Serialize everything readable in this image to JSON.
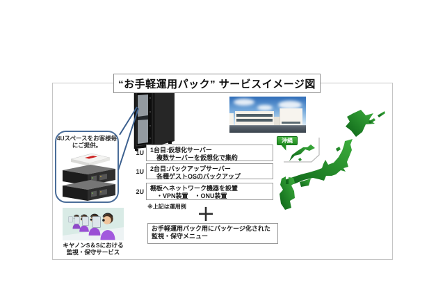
{
  "title": "“お手軽運用パック” サービスイメージ図",
  "callout": {
    "line1": "4Uスペースをお客様毎",
    "line2": "にご提供。"
  },
  "rack_slots": [
    {
      "size_label": "1U",
      "title": "1台目:仮想化サーバー",
      "desc": "複数サーバーを仮想化で集約"
    },
    {
      "size_label": "1U",
      "title": "2台目:バックアップサーバー",
      "desc": "各種ゲストOSのバックアップ"
    },
    {
      "size_label": "2U",
      "title": "棚板へネットワーク機器を設置",
      "desc": "・VPN装置　・ONU装置"
    }
  ],
  "note": "※上記は運用例",
  "plus_sign": "+",
  "package": {
    "line1": "お手軽運用パック用にパッケージ化された",
    "line2": "監視・保守メニュー"
  },
  "operators": {
    "caption_line1": "キヤノンS＆Sにおける",
    "caption_line2": "監視・保守サービス"
  },
  "map": {
    "okinawa_label": "沖縄"
  },
  "colors": {
    "map_green_light": "#3dae3d",
    "map_green_dark": "#0c6317",
    "callout_border": "#4a6d99",
    "okinawa_badge_green": "#1e8a1e",
    "box_border": "#999999",
    "frame_border": "#c5c5c5",
    "connector_blue": "#3b5f8e"
  }
}
